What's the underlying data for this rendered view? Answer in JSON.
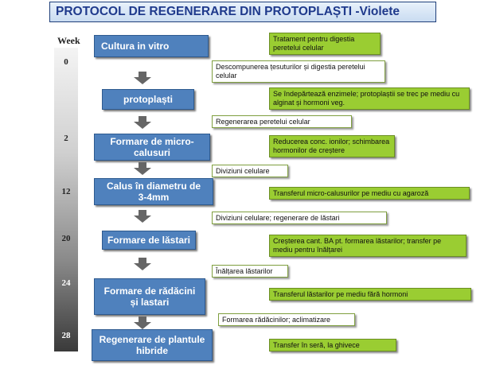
{
  "title": "PROTOCOL DE REGENERARE DIN PROTOPLAȘTI -Violete",
  "weeks": {
    "label": "Week",
    "ticks": [
      "0",
      "2",
      "12",
      "20",
      "24",
      "28"
    ]
  },
  "stages": [
    "Cultura in vitro",
    "protoplaști",
    "Formare de micro-calusuri",
    "Calus în diametru de 3-4mm",
    "Formare de lăstari",
    "Formare de rădăcini și lastari",
    "Regenerare de plantule hibride"
  ],
  "steps": [
    "Descompunerea țesuturilor și digestia peretelui celular",
    "Regenerarea peretelui celular",
    "Diviziuni celulare",
    "Diviziuni celulare; regenerare de lăstari",
    "Înălțarea lăstarilor",
    "Formarea rădăcinilor; aclimatizare"
  ],
  "treatments": [
    "Tratament pentru digestia peretelui celular",
    "Se îndepărtează enzimele; protoplaștii se trec pe mediu cu alginat și hormoni veg.",
    "Reducerea conc. ionilor; schimbarea hormonilor de creștere",
    "Transferul micro-calusurilor pe mediu cu agaroză",
    "Creșterea cant. BA pt. formarea lăstarilor; transfer pe mediu pentru înălțarei",
    "Transferul lăstarilor pe mediu fără hormoni",
    "Transfer în seră, la ghivece"
  ]
}
